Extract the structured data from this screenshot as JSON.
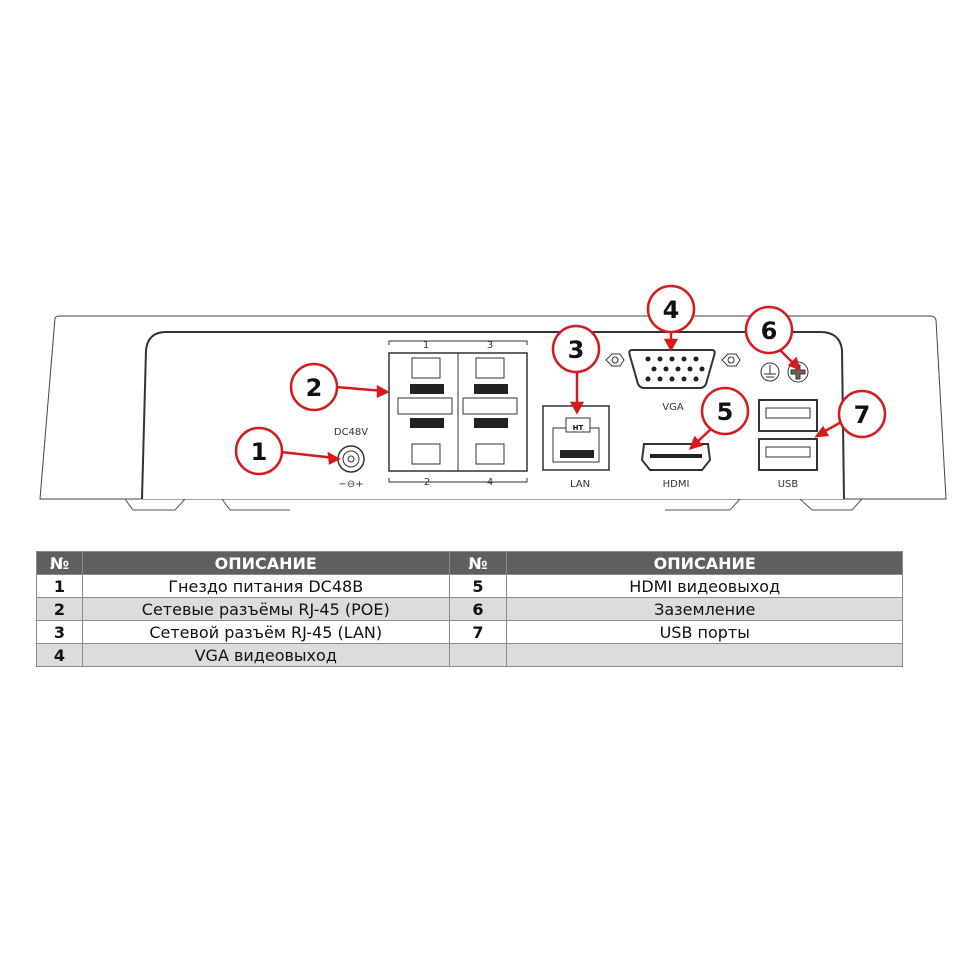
{
  "diagram": {
    "port_labels": {
      "dc": "DC48V",
      "polarity": "−⊖+",
      "poe_top_1": "1",
      "poe_top_3": "3",
      "poe_bottom_2": "2",
      "poe_bottom_4": "4",
      "lan": "LAN",
      "lan_tag": "HT",
      "vga": "VGA",
      "hdmi": "HDMI",
      "usb": "USB"
    },
    "callouts": [
      "1",
      "2",
      "3",
      "4",
      "5",
      "6",
      "7"
    ],
    "callout_color": "#d71920"
  },
  "table": {
    "headers": [
      "№",
      "ОПИСАНИЕ",
      "№",
      "ОПИСАНИЕ"
    ],
    "rows": [
      {
        "n1": "1",
        "d1": "Гнездо питания DC48В",
        "n2": "5",
        "d2": "HDMI видеовыход"
      },
      {
        "n1": "2",
        "d1": "Сетевые разъёмы RJ-45 (POE)",
        "n2": "6",
        "d2": "Заземление"
      },
      {
        "n1": "3",
        "d1": "Сетевой разъём RJ-45 (LAN)",
        "n2": "7",
        "d2": "USB порты"
      },
      {
        "n1": "4",
        "d1": "VGA видеовыход",
        "n2": "",
        "d2": ""
      }
    ],
    "header_color": "#5f5f5f",
    "alt_row_color": "#dcdcdc"
  }
}
